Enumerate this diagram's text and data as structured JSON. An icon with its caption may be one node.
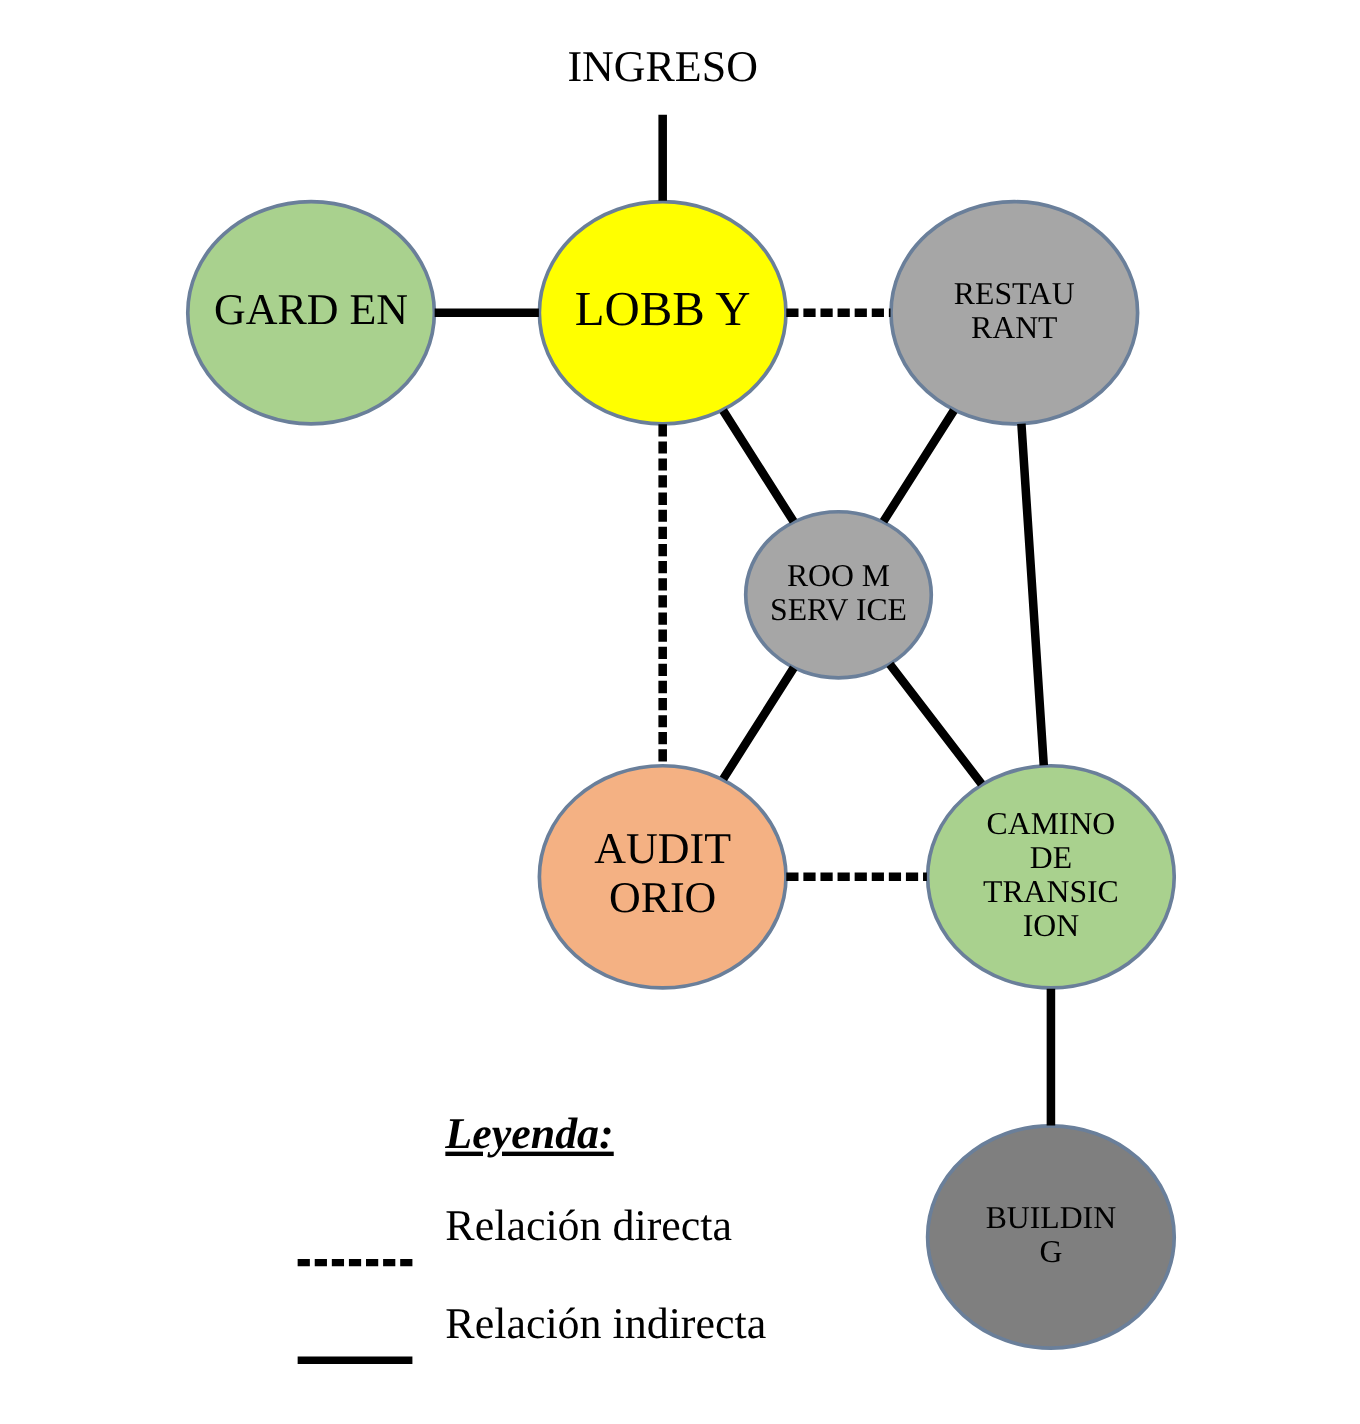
{
  "diagram": {
    "nodes": [
      {
        "text": [
          "INGRESO"
        ]
      },
      {
        "text": [
          "GARD EN"
        ]
      },
      {
        "text": [
          "LOBB Y"
        ]
      },
      {
        "text": [
          "RESTAU RANT"
        ]
      },
      {
        "text": [
          "ROO M SERV ICE"
        ]
      },
      {
        "text": [
          "AUDIT ORIO"
        ]
      },
      {
        "text": [
          "CAMINO DE TRANSIC ION"
        ]
      },
      {
        "text": [
          "BUILDIN G"
        ]
      }
    ],
    "edges": [
      {
        "from": 0,
        "to": 2,
        "arrow": "none"
      },
      {
        "from": 1,
        "to": 2,
        "arrow": "none"
      },
      {
        "from": 2,
        "to": 3,
        "arrow": "none",
        "style": "dashed"
      },
      {
        "from": 2,
        "to": 4,
        "arrow": "none"
      },
      {
        "from": 2,
        "to": 5,
        "arrow": "none",
        "style": "dashed"
      },
      {
        "from": 3,
        "to": 4,
        "arrow": "none"
      },
      {
        "from": 3,
        "to": 6,
        "arrow": "none"
      },
      {
        "from": 4,
        "to": 5,
        "arrow": "none"
      },
      {
        "from": 4,
        "to": 6,
        "arrow": "none"
      },
      {
        "from": 5,
        "to": 6,
        "arrow": "none",
        "style": "dashed"
      },
      {
        "from": 6,
        "to": 7,
        "arrow": "none"
      }
    ],
    "labels": [
      "Leyenda:"
    ],
    "legend": [
      {
        "text": "Relación directa"
      },
      {
        "text": "Relación indirecta"
      }
    ]
  }
}
